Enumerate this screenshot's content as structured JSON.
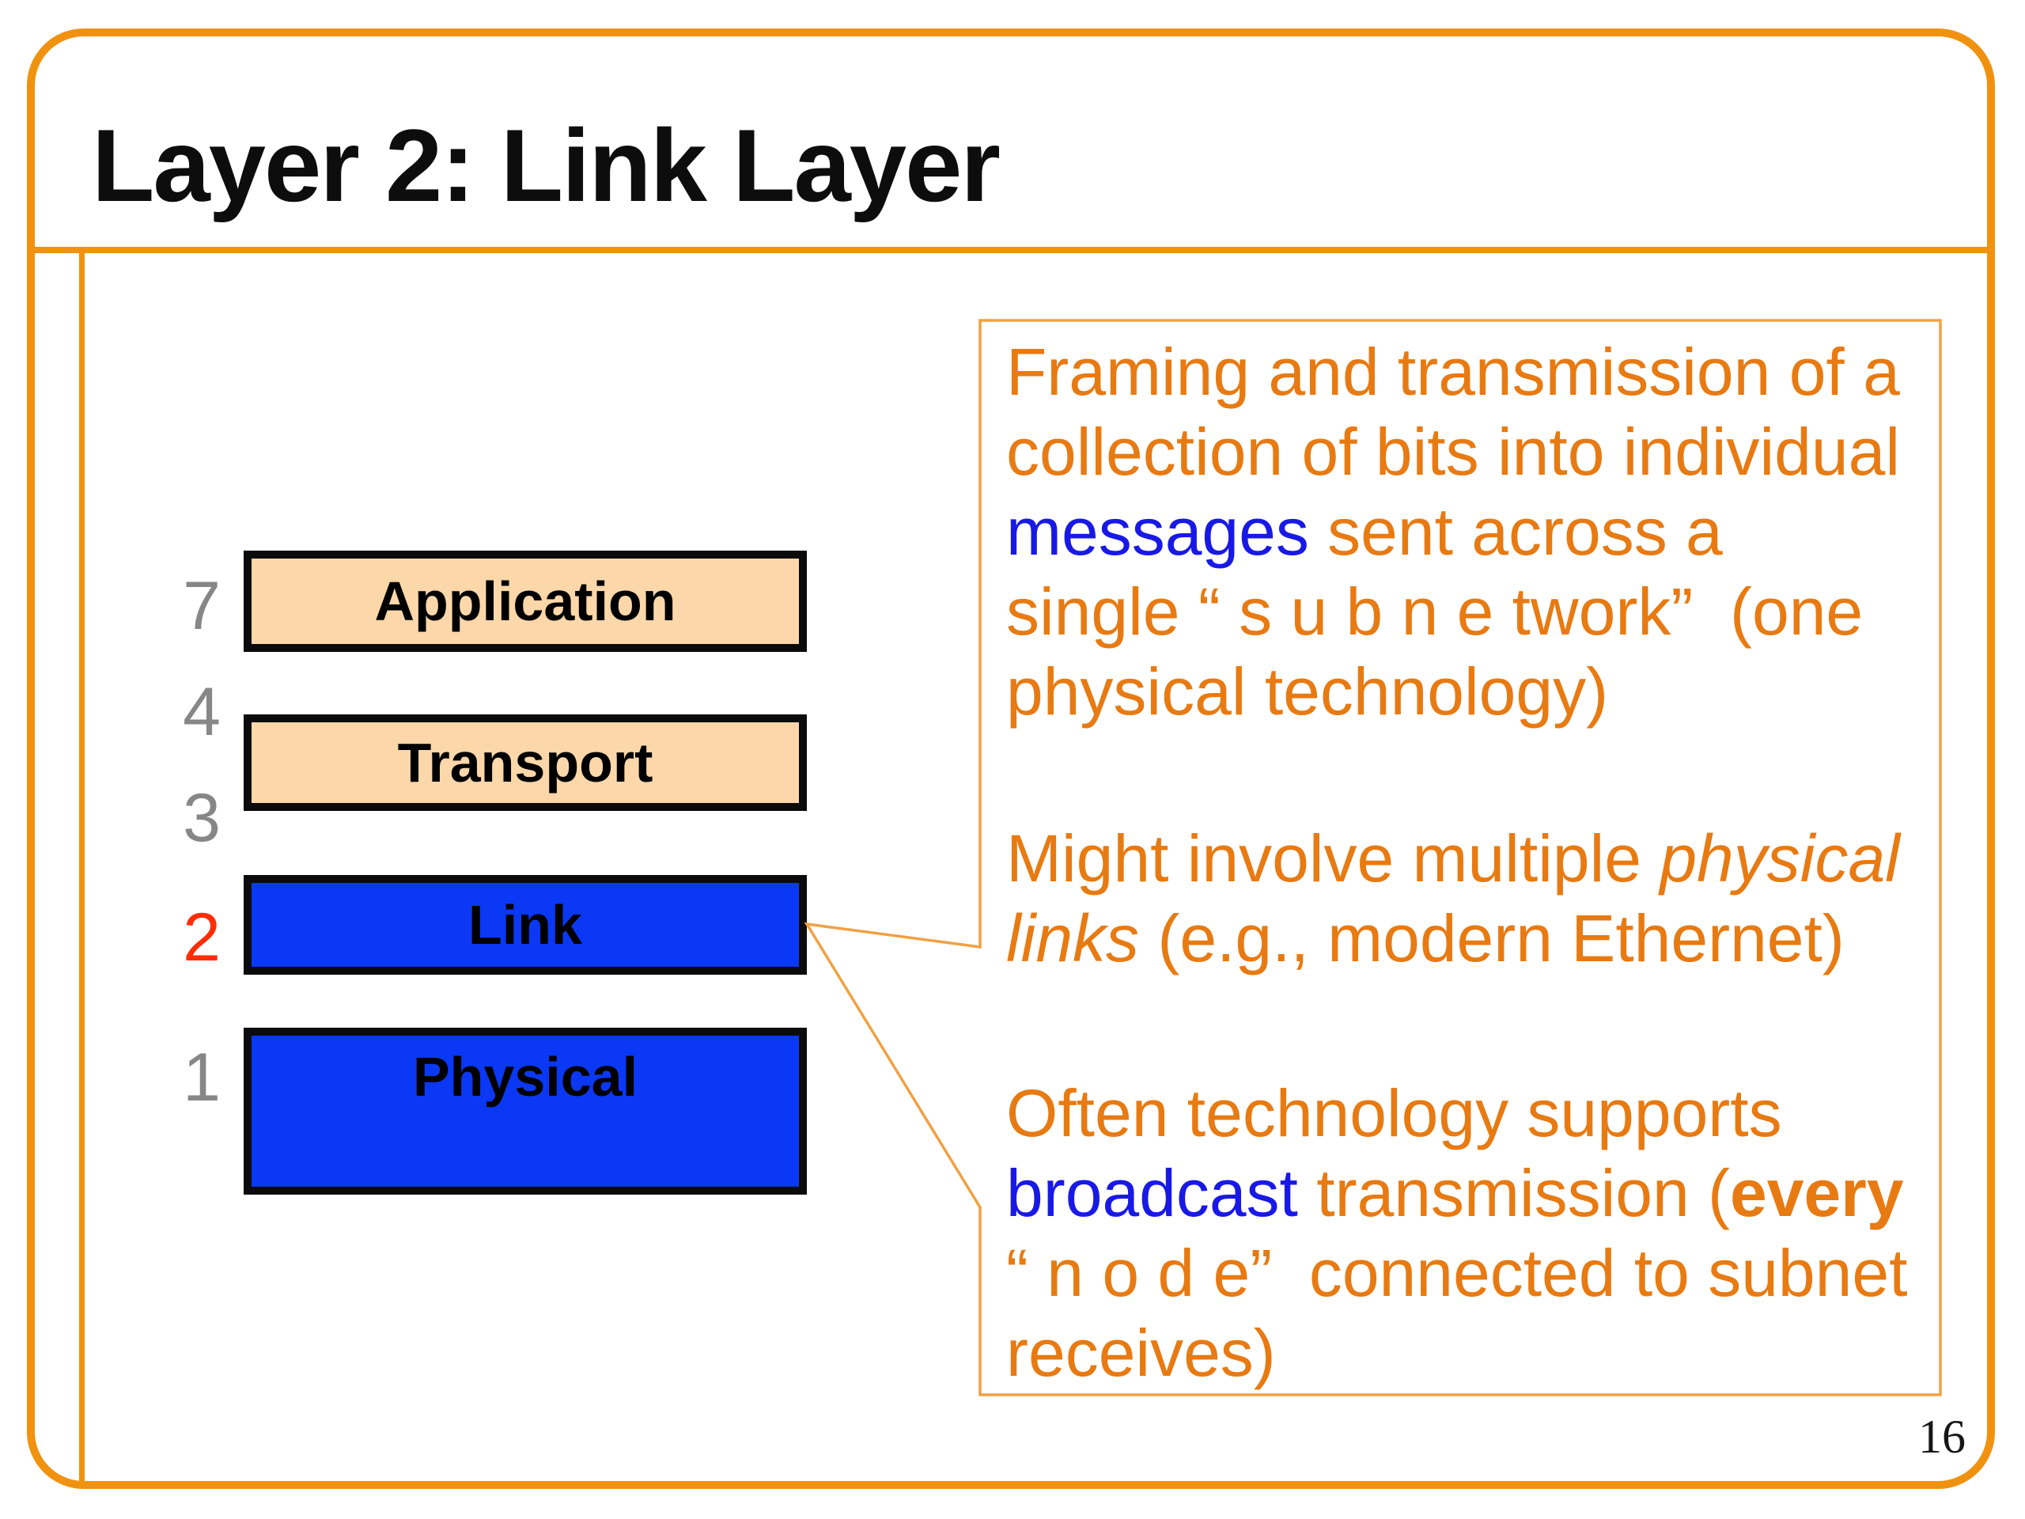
{
  "slide": {
    "title": "Layer 2: Link Layer",
    "page_number": "16"
  },
  "colors": {
    "frame": "#F0920F",
    "callout-border": "#F0A143",
    "text-orange": "#E87A12",
    "text-blue": "#1919E6",
    "num-gray": "#878787",
    "num-red": "#FF2D05",
    "box-peach": "#FBD7A9",
    "box-blue": "#0B38F4",
    "box-border": "#0B0B0B",
    "title-black": "#0D0D0D"
  },
  "diagram": {
    "numbers": [
      {
        "label": "7"
      },
      {
        "label": "4"
      },
      {
        "label": "3"
      },
      {
        "label": "2"
      },
      {
        "label": "1"
      }
    ],
    "boxes": [
      {
        "label": "Application"
      },
      {
        "label": "Transport"
      },
      {
        "label": "Link"
      },
      {
        "label": "Physical"
      }
    ]
  },
  "callout": {
    "paragraphs": [
      {
        "runs": [
          {
            "text": "Framing and transmission of a\ncollection of bits into individual\n",
            "style": "orange"
          },
          {
            "text": "messages",
            "style": "blue"
          },
          {
            "text": " sent across a\nsingle “ s u b n e twork”  (one\nphysical technology)",
            "style": "orange"
          }
        ]
      },
      {
        "runs": [
          {
            "text": "Might involve multiple ",
            "style": "orange"
          },
          {
            "text": "physical\nlinks",
            "style": "italic"
          },
          {
            "text": " (e.g., modern Ethernet)",
            "style": "orange"
          }
        ]
      },
      {
        "runs": [
          {
            "text": "Often technology supports\n",
            "style": "orange"
          },
          {
            "text": "broadcast",
            "style": "blue"
          },
          {
            "text": " transmission (",
            "style": "orange"
          },
          {
            "text": "every",
            "style": "bold"
          },
          {
            "text": "\n“ n o d e”  connected to subnet\nreceives)",
            "style": "orange"
          }
        ]
      }
    ]
  }
}
